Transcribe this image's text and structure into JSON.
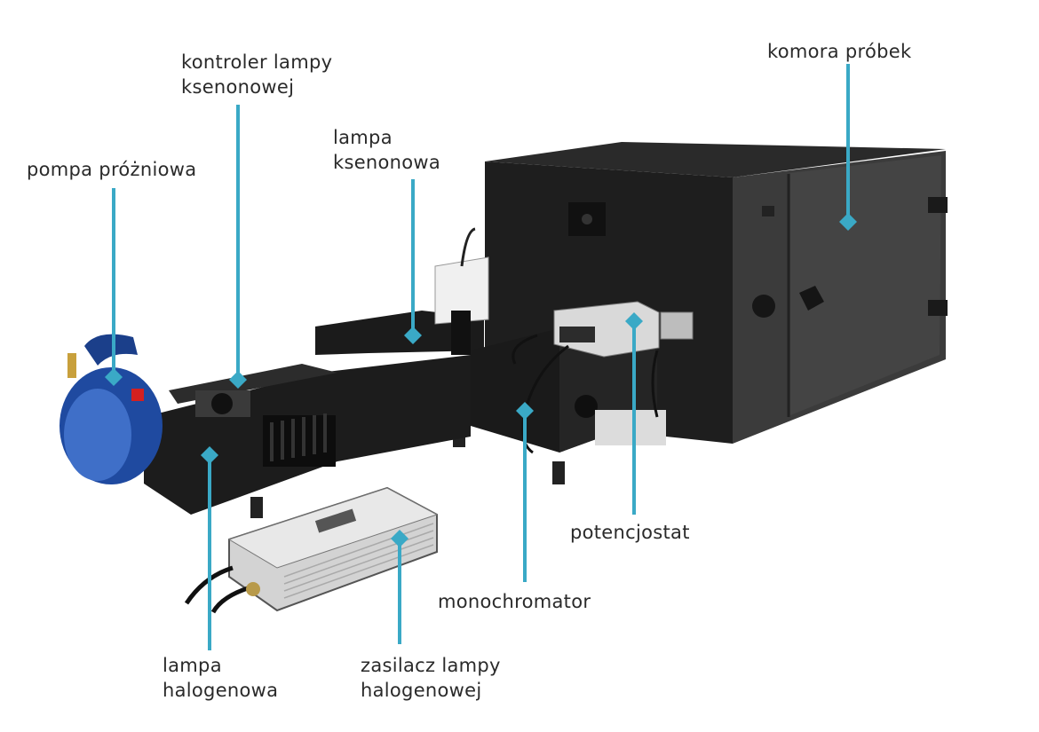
{
  "accent_color": "#3aa9c6",
  "labels": {
    "komora": [
      "komora próbek"
    ],
    "kontroler": [
      "kontroler lampy",
      "ksenonowej"
    ],
    "ksenonowa": [
      "lampa",
      "ksenonowa"
    ],
    "pompa": [
      "pompa próżniowa"
    ],
    "potencjostat": [
      "potencjostat"
    ],
    "monochromator": [
      "monochromator"
    ],
    "halogenowa": [
      "lampa",
      "halogenowa"
    ],
    "zasilacz": [
      "zasilacz lampy",
      "halogenowej"
    ]
  }
}
